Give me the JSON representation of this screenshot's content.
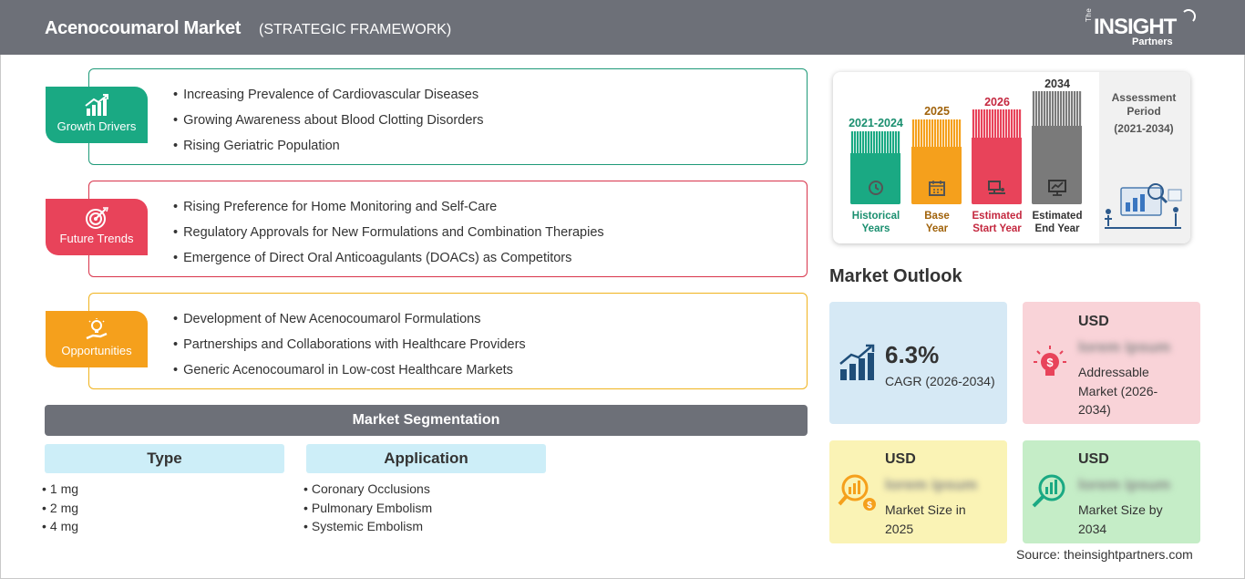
{
  "header": {
    "title": "Acenocoumarol Market",
    "subtitle": "(STRATEGIC FRAMEWORK)",
    "logo_the": "The",
    "logo_main": "INSIGHT",
    "logo_sub": "Partners"
  },
  "framework": {
    "growth_drivers": {
      "label": "Growth Drivers",
      "color": "#1aa983",
      "border": "#1e9a78",
      "icon": "bar-chart-rising-icon",
      "items": [
        "Increasing Prevalence of Cardiovascular Diseases",
        "Growing Awareness about Blood Clotting Disorders",
        "Rising Geriatric Population"
      ]
    },
    "future_trends": {
      "label": "Future Trends",
      "color": "#e8435a",
      "border": "#d8344b",
      "icon": "target-icon",
      "items": [
        "Rising Preference for Home Monitoring and Self-Care",
        "Regulatory Approvals for New Formulations and Combination Therapies",
        "Emergence of Direct Oral Anticoagulants (DOACs) as Competitors"
      ]
    },
    "opportunities": {
      "label": "Opportunities",
      "color": "#f5a01c",
      "border": "#f0b31e",
      "icon": "hand-lightbulb-icon",
      "items": [
        "Development of New Acenocoumarol Formulations",
        "Partnerships and Collaborations with Healthcare Providers",
        "Generic Acenocoumarol in Low-cost Healthcare Markets"
      ]
    }
  },
  "segmentation": {
    "title": "Market Segmentation",
    "type": {
      "header": "Type",
      "items": [
        "1 mg",
        "2 mg",
        "4 mg"
      ]
    },
    "application": {
      "header": "Application",
      "items": [
        "Coronary Occlusions",
        "Pulmonary Embolism",
        "Systemic Embolism"
      ]
    }
  },
  "timeline": {
    "bars": [
      {
        "year": "2021-2024",
        "caption_1": "Historical",
        "caption_2": "Years",
        "color": "#1aa983",
        "year_color": "#1a8f6f",
        "icon": "history-icon"
      },
      {
        "year": "2025",
        "caption_1": "Base",
        "caption_2": "Year",
        "color": "#f5a01c",
        "year_color": "#a0620a",
        "icon": "calendar-icon"
      },
      {
        "year": "2026",
        "caption_1": "Estimated",
        "caption_2": "Start Year",
        "color": "#e8435a",
        "year_color": "#c4283f",
        "icon": "presentation-icon"
      },
      {
        "year": "2034",
        "caption_1": "Estimated",
        "caption_2": "End Year",
        "color": "#7a7a7a",
        "year_color": "#333333",
        "icon": "monitor-chart-icon"
      }
    ],
    "assessment_label": "Assessment Period",
    "assessment_period": "(2021-2034)"
  },
  "outlook": {
    "title": "Market Outlook",
    "cagr": {
      "value": "6.3%",
      "label": "CAGR (2026-2034)",
      "bg": "#d6e9f5"
    },
    "addressable": {
      "usd": "USD",
      "value": "lorem ipsum",
      "label_1": "Addressable",
      "label_2": "Market (2026-",
      "label_3": "2034)",
      "bg": "#f9d3d8"
    },
    "size_2025": {
      "usd": "USD",
      "value": "lorem ipsum",
      "label_1": "Market Size in",
      "label_2": "2025",
      "bg": "#faf3b5"
    },
    "size_2034": {
      "usd": "USD",
      "value": "lorem ipsum",
      "label_1": "Market Size by",
      "label_2": "2034",
      "bg": "#c5edc7"
    }
  },
  "source": "Source: theinsightpartners.com"
}
